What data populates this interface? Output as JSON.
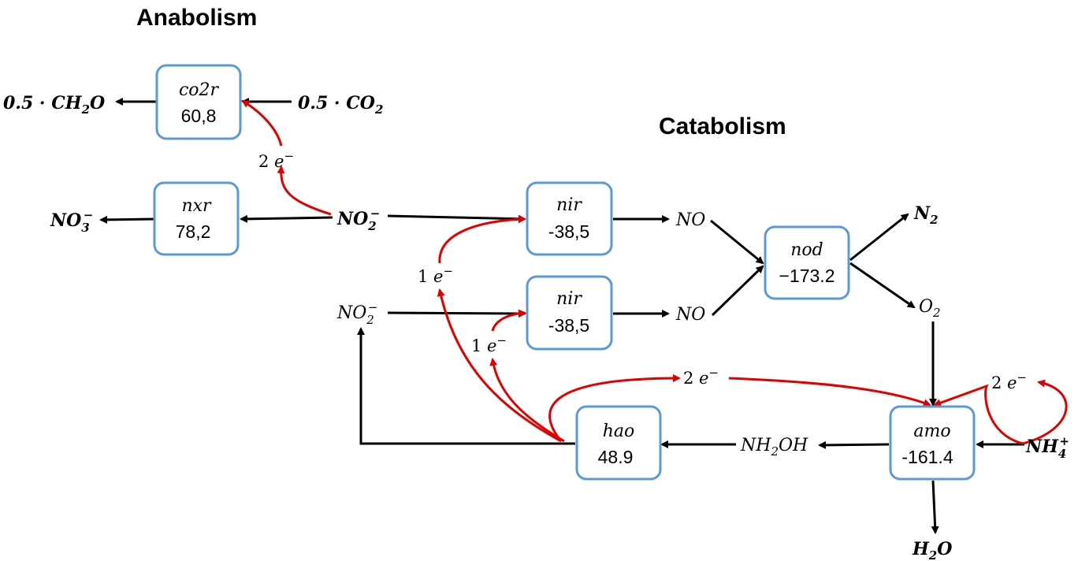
{
  "sections": {
    "anabolism": "Anabolism",
    "catabolism": "Catabolism"
  },
  "enzymes": {
    "co2r": {
      "name": "co2r",
      "value": "60,8"
    },
    "nxr": {
      "name": "nxr",
      "value": "78,2"
    },
    "nir_top": {
      "name": "nir",
      "value": "-38,5"
    },
    "nir_bottom": {
      "name": "nir",
      "value": "-38,5"
    },
    "nod": {
      "name": "nod",
      "value": "−173.2"
    },
    "hao": {
      "name": "hao",
      "value": "48.9"
    },
    "amo": {
      "name": "amo",
      "value": "-161.4"
    }
  },
  "species": {
    "ch2o": {
      "coef": "0.5 · ",
      "main": "CH",
      "sub": "2",
      "tail": "O"
    },
    "co2": {
      "coef": "0.5 · ",
      "main": "CO",
      "sub": "2"
    },
    "no3": {
      "main": "NO",
      "sub": "3",
      "sup": "−"
    },
    "no2_main": {
      "main": "NO",
      "sub": "2",
      "sup": "−"
    },
    "no2_side": {
      "main": "NO",
      "sub": "2",
      "sup": "−"
    },
    "no_top": "NO",
    "no_bottom": "NO",
    "n2": {
      "main": "N",
      "sub": "2"
    },
    "o2": {
      "main": "O",
      "sub": "2"
    },
    "nh2oh": {
      "main": "NH",
      "sub": "2",
      "tail": "OH"
    },
    "nh4": {
      "main": "NH",
      "sub": "4",
      "sup": "+"
    },
    "h2o": {
      "main": "H",
      "sub": "2",
      "tail": "O"
    }
  },
  "electrons": {
    "co2r_supply": {
      "count": "2 ",
      "symbol": "e",
      "sup": "−"
    },
    "nir_top_supply": {
      "count": "1 ",
      "symbol": "e",
      "sup": "−"
    },
    "nir_bottom_supply": {
      "count": "1 ",
      "symbol": "e",
      "sup": "−"
    },
    "hao_to_amo": {
      "count": "2 ",
      "symbol": "e",
      "sup": "−"
    },
    "nh4_loop": {
      "count": "2 ",
      "symbol": "e",
      "sup": "−"
    }
  },
  "colors": {
    "box_border": "#5b9bd5",
    "electron_arrow": "#e00000",
    "flow_arrow": "#000000"
  }
}
